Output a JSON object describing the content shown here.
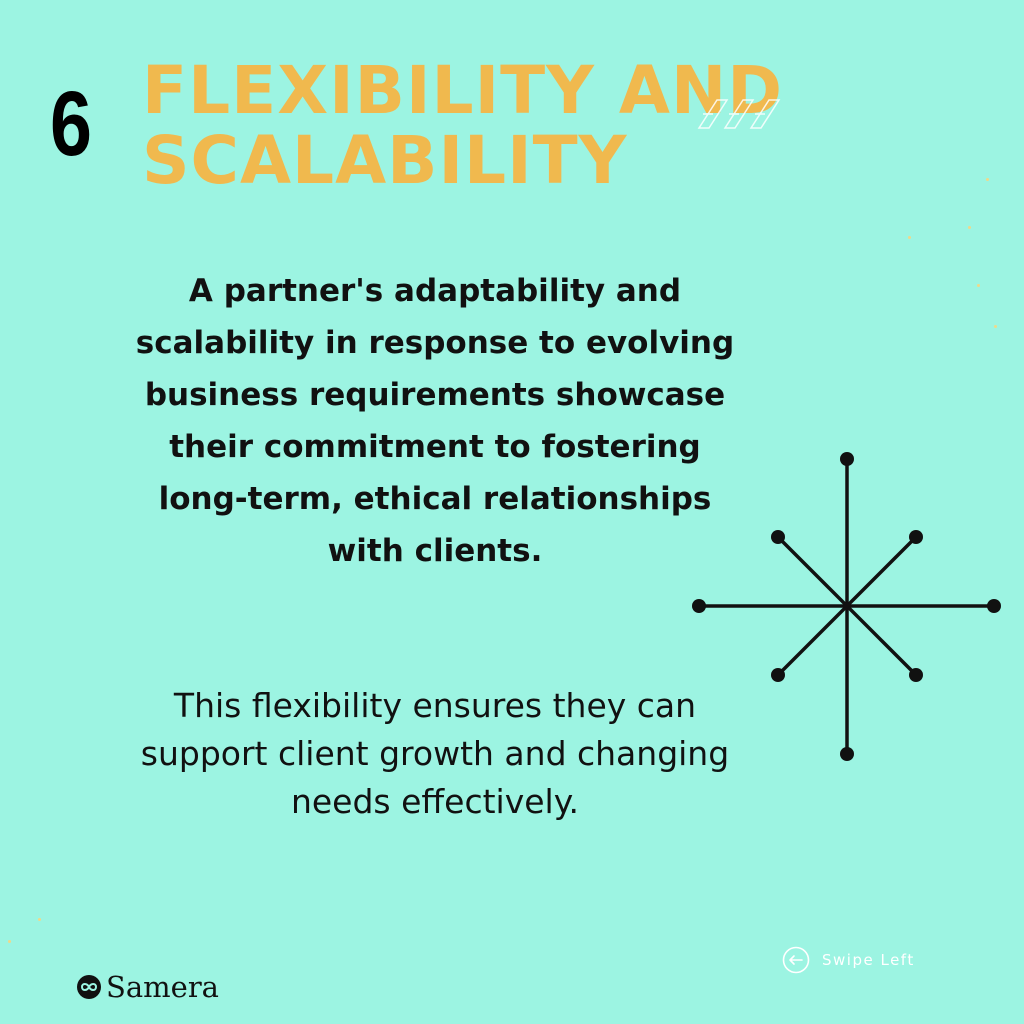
{
  "slide": {
    "number": "6",
    "title_line1": "FLEXIBILITY AND",
    "title_line2": "SCALABILITY"
  },
  "content": {
    "highlight": "A partner's adaptability and scalability in response to evolving business requirements showcase their commitment to fostering long-term, ethical relationships with clients.",
    "detail": "This flexibility ensures they can support client growth and changing needs effectively."
  },
  "brand": {
    "name": "Samera",
    "logo_icon": "infinity-loop-icon"
  },
  "navigation": {
    "swipe_label": "Swipe Left",
    "icon": "arrow-left-circle-icon"
  },
  "decor": {
    "star_icon": "eight-point-star-icon",
    "arrows_icon": "chevron-arrows-icon"
  },
  "colors": {
    "background": "#9cf4e2",
    "title": "#f0b94e",
    "text": "#111111",
    "swipe": "#ffffff"
  }
}
